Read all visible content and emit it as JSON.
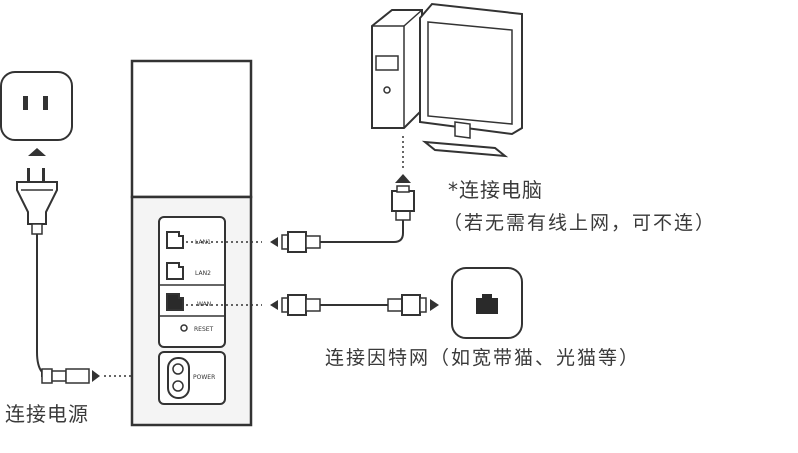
{
  "labels": {
    "connect_power": "连接电源",
    "connect_pc": "*连接电脑",
    "connect_pc_note": "（若无需有线上网，可不连）",
    "connect_internet": "连接因特网（如宽带猫、光猫等）"
  },
  "ports": {
    "lan1": "LAN1",
    "lan2": "LAN2",
    "wan": "WAN",
    "reset": "RESET",
    "power": "POWER"
  },
  "colors": {
    "line": "#333333",
    "icon_dark": "#2a2a2a",
    "router_panel": "#f4f4f4"
  },
  "icons": [
    "power-socket-icon",
    "power-plug-icon",
    "desktop-computer-icon",
    "ethernet-plug-icon",
    "modem-port-icon",
    "router-device"
  ]
}
